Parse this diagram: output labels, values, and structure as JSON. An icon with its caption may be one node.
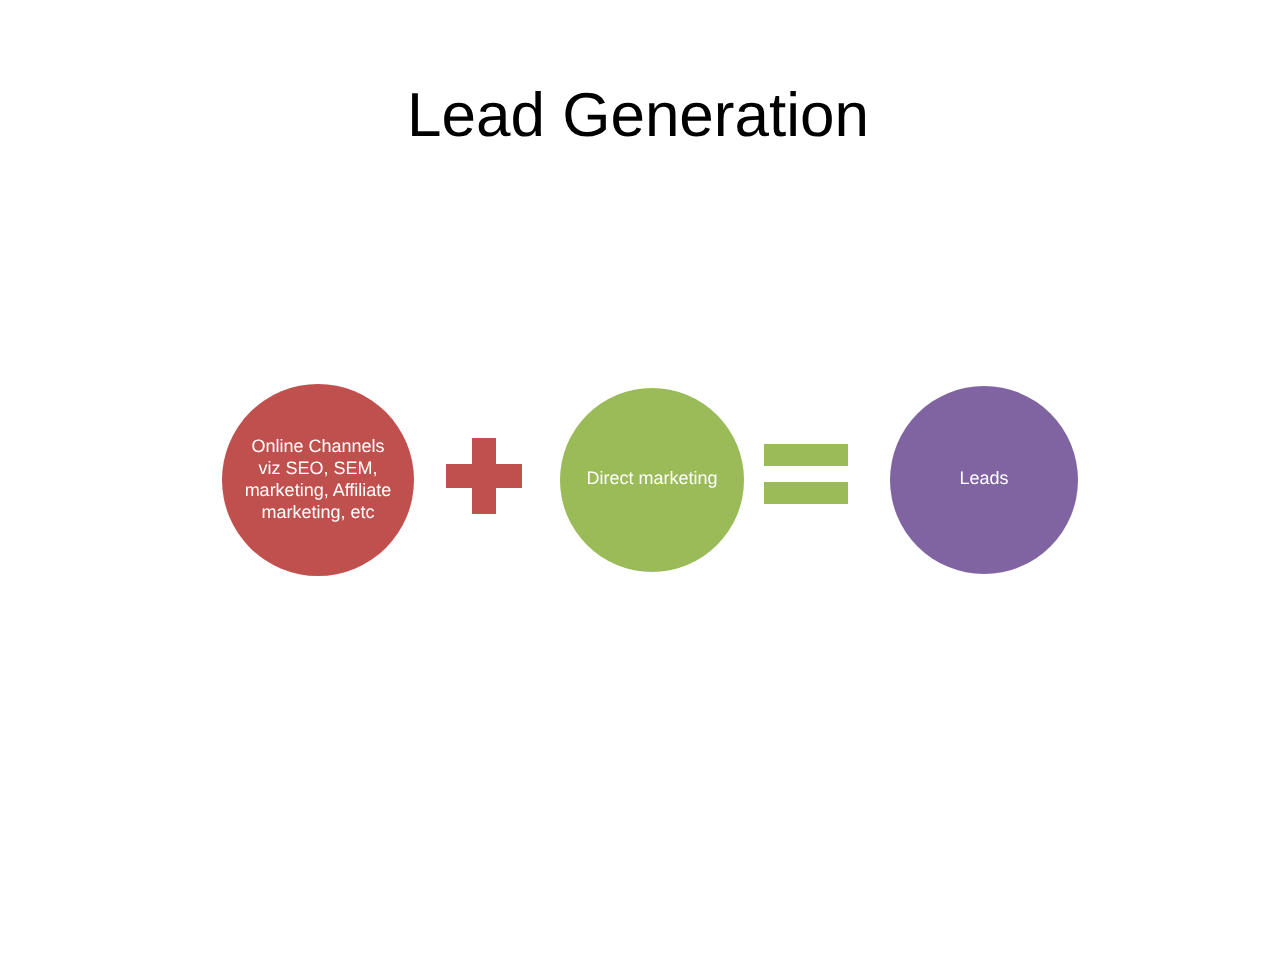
{
  "diagram": {
    "title": "Lead Generation",
    "nodes": [
      {
        "text": [
          "Online Channels viz SEO, SEM, marketing, Affiliate marketing, etc"
        ]
      },
      {
        "text": [
          "Direct marketing"
        ]
      },
      {
        "text": [
          "Leads"
        ]
      }
    ]
  }
}
